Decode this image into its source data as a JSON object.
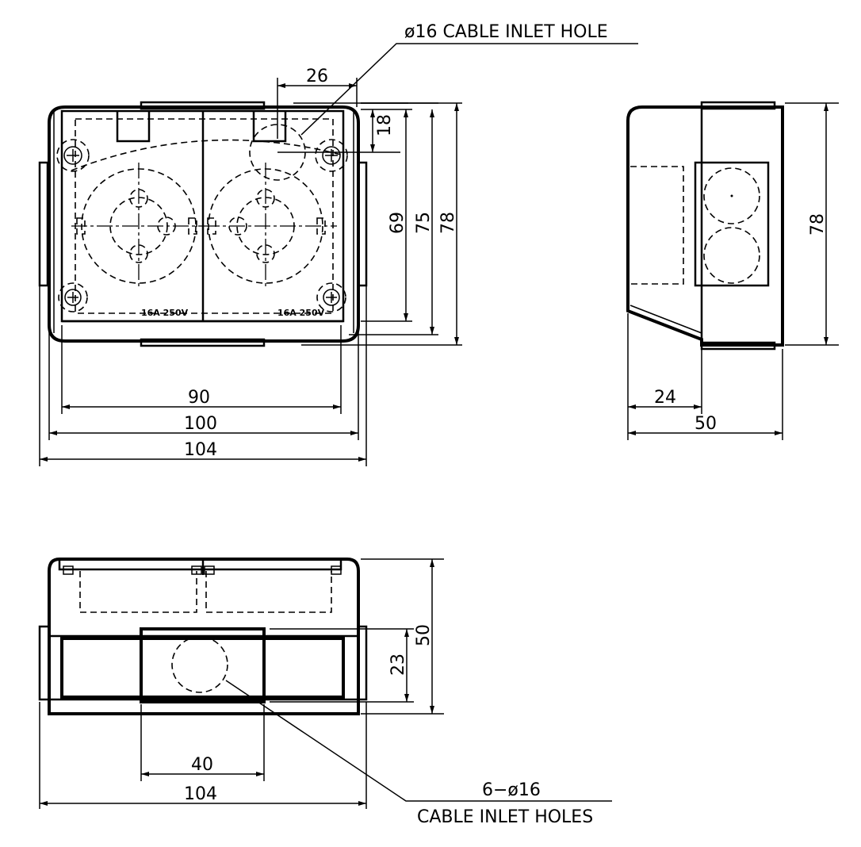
{
  "front_view": {
    "callout_cable_inlet": "ø16 CABLE INLET HOLE",
    "dim_26": "26",
    "dim_18": "18",
    "dim_69": "69",
    "dim_75": "75",
    "dim_78": "78",
    "dim_90": "90",
    "dim_100": "100",
    "dim_104": "104",
    "socket_label_left": "16A 250V",
    "socket_label_right": "16A 250V"
  },
  "side_view": {
    "dim_78": "78",
    "dim_24": "24",
    "dim_50": "50"
  },
  "bottom_view": {
    "dim_50": "50",
    "dim_23": "23",
    "dim_40": "40",
    "dim_104": "104",
    "callout_holes_count": "6−ø16",
    "callout_holes_text": "CABLE INLET HOLES"
  }
}
